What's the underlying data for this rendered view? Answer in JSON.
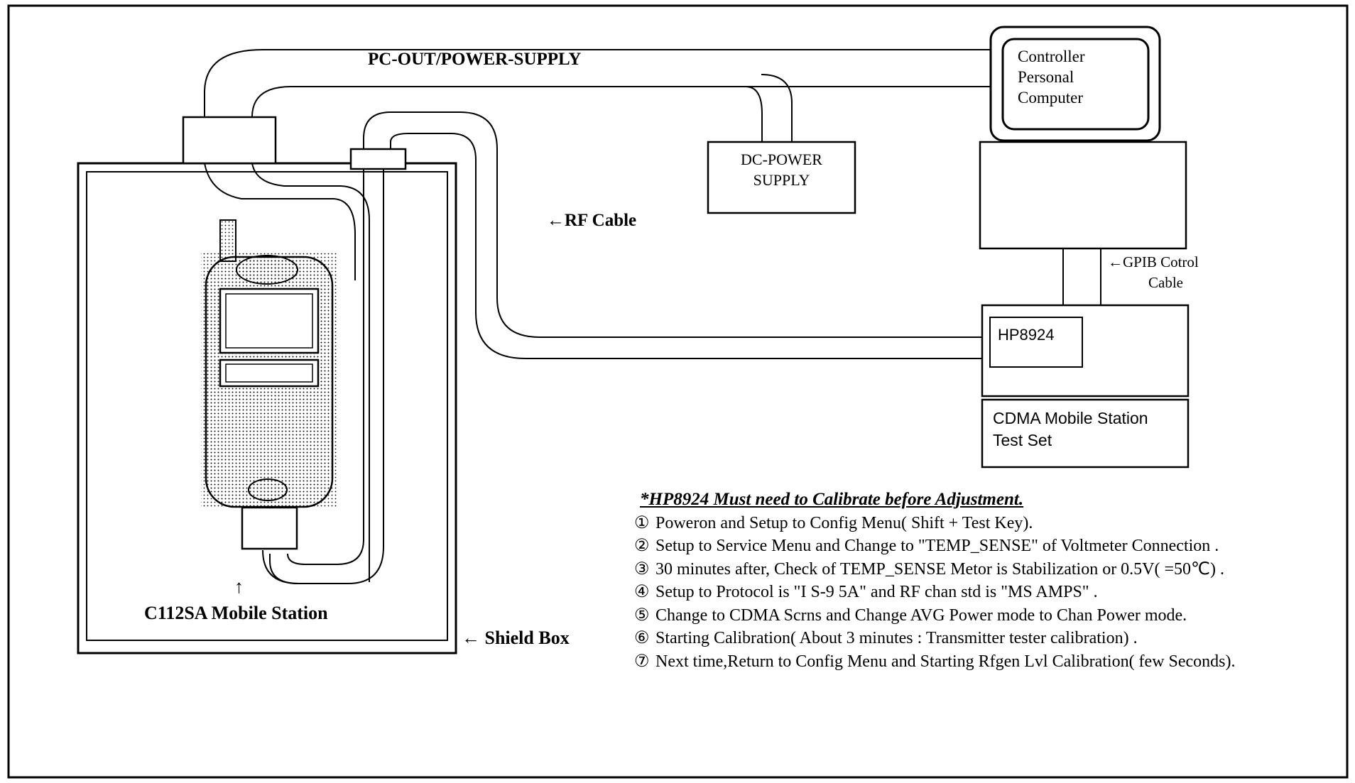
{
  "labels": {
    "pc_out": "PC-OUT/POWER-SUPPLY",
    "rf_cable": "←RF Cable",
    "gpib_line1": "←GPIB Cotrol",
    "gpib_line2": "Cable",
    "mobile_arrow": "↑",
    "mobile_station": "C112SA Mobile Station",
    "shield_box": "← Shield Box"
  },
  "boxes": {
    "controller": [
      "Controller",
      "Personal",
      "Computer"
    ],
    "dc_power": [
      "DC-POWER",
      "SUPPLY"
    ],
    "hp": "HP8924",
    "cdma": [
      "CDMA Mobile Station",
      "Test Set"
    ]
  },
  "notes": {
    "title": "*HP8924 Must need to Calibrate before Adjustment.",
    "steps": [
      {
        "num": "①",
        "text": "Poweron and Setup to Config Menu( Shift + Test Key)."
      },
      {
        "num": "②",
        "text": "Setup to Service Menu and Change to \"TEMP_SENSE\" of Voltmeter Connection ."
      },
      {
        "num": "③",
        "text": "30 minutes after, Check of TEMP_SENSE Metor is Stabilization or 0.5V( =50℃) ."
      },
      {
        "num": "④",
        "text": "Setup to Protocol is \"I S-9 5A\" and RF chan std is \"MS AMPS\" ."
      },
      {
        "num": "⑤",
        "text": "Change to CDMA Scrns and Change AVG Power mode to Chan Power mode."
      },
      {
        "num": "⑥",
        "text": "Starting Calibration( About 3 minutes : Transmitter tester calibration) ."
      },
      {
        "num": "⑦",
        "text": "Next time,Return to Config Menu and Starting Rfgen Lvl Calibration( few Seconds)."
      }
    ]
  }
}
